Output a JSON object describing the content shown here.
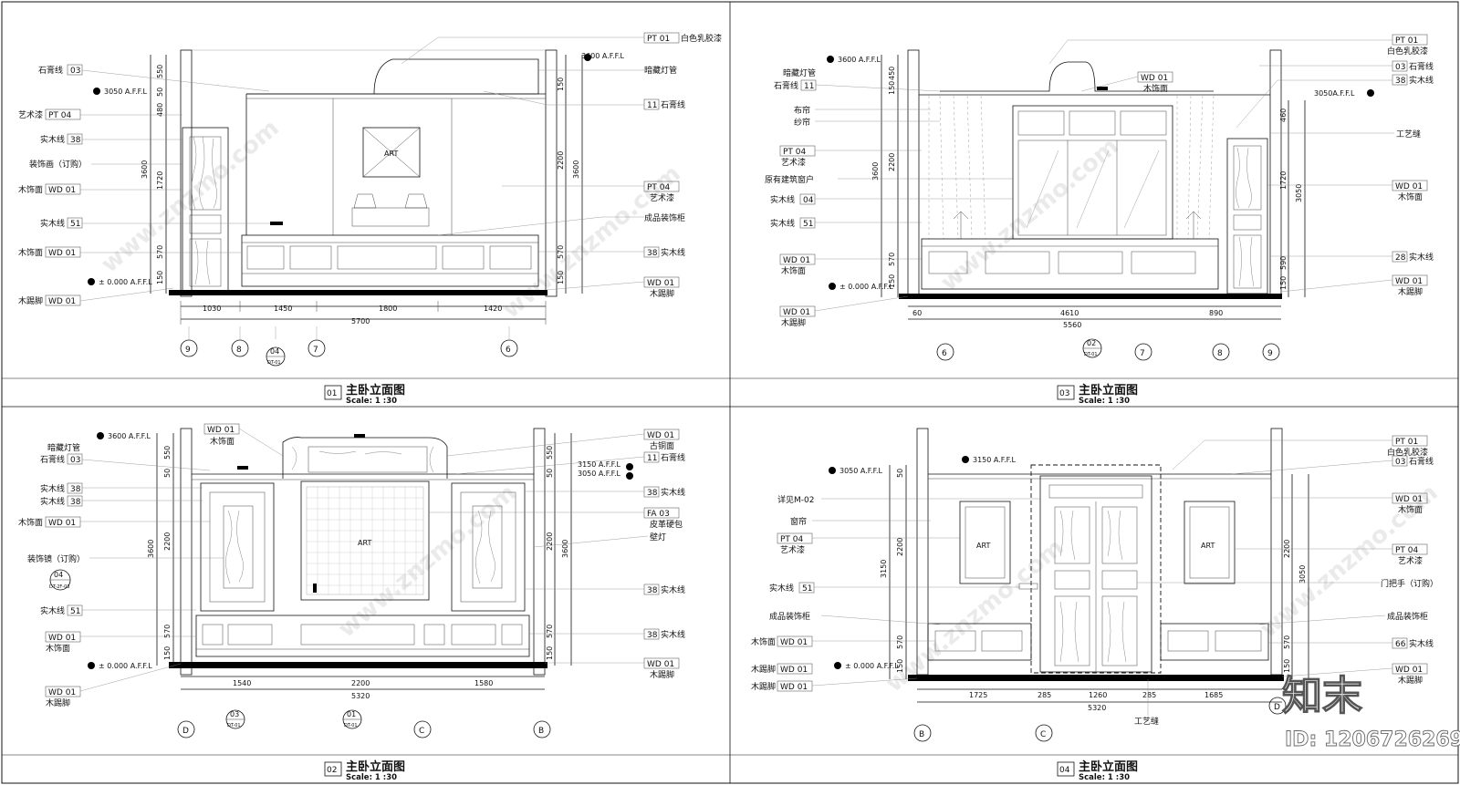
{
  "panels": [
    {
      "id": "01",
      "title": "主卧立面图",
      "scale": "Scale:  1  :30",
      "left_labels": [
        {
          "code": "03",
          "text": "石膏线"
        },
        {
          "code": "",
          "text": "3050 A.F.F.L"
        },
        {
          "code": "PT 04",
          "text": "艺术漆"
        },
        {
          "code": "38",
          "text": "实木线"
        },
        {
          "code": "",
          "text": "装饰画（订购）"
        },
        {
          "code": "WD 01",
          "text": "木饰面"
        },
        {
          "code": "51",
          "text": "实木线"
        },
        {
          "code": "WD 01",
          "text": "木饰面"
        },
        {
          "code": "",
          "text": "± 0.000 A.F.F.L"
        },
        {
          "code": "WD 01",
          "text": "木踢脚"
        }
      ],
      "right_labels": [
        {
          "code": "PT 01",
          "text": "白色乳胶漆"
        },
        {
          "code": "",
          "text": "3600 A.F.F.L"
        },
        {
          "code": "",
          "text": "暗藏灯管"
        },
        {
          "code": "11",
          "text": "石膏线"
        },
        {
          "code": "PT 04",
          "text": "艺术漆"
        },
        {
          "code": "",
          "text": "成品装饰柜"
        },
        {
          "code": "38",
          "text": "实木线"
        },
        {
          "code": "WD 01",
          "text": "木踢脚"
        }
      ],
      "dims_bottom": [
        "1030",
        "1450",
        "1800",
        "1420"
      ],
      "dim_total": "5700",
      "dims_left": [
        "550",
        "50",
        "480",
        "1720",
        "570",
        "150"
      ],
      "dim_height": "3600",
      "dims_right": [
        "150",
        "2200",
        "570",
        "150"
      ],
      "dims_right_total": "3600",
      "axes": [
        "9",
        "8",
        "04",
        "7",
        "6"
      ],
      "axis_ref": "DT-01",
      "art": "ART"
    },
    {
      "id": "03",
      "title": "主卧立面图",
      "scale": "Scale:  1  :30",
      "left_labels": [
        {
          "code": "",
          "text": "3600 A.F.F.L"
        },
        {
          "code": "",
          "text": "暗藏灯管"
        },
        {
          "code": "11",
          "text": "石膏线"
        },
        {
          "code": "",
          "text": "布帘"
        },
        {
          "code": "",
          "text": "纱帘"
        },
        {
          "code": "PT 04",
          "text": "艺术漆"
        },
        {
          "code": "",
          "text": "原有建筑窗户"
        },
        {
          "code": "04",
          "text": "实木线"
        },
        {
          "code": "51",
          "text": "实木线"
        },
        {
          "code": "WD 01",
          "text": "木饰面"
        },
        {
          "code": "",
          "text": "± 0.000 A.F.F.L"
        },
        {
          "code": "WD 01",
          "text": "木踢脚"
        }
      ],
      "right_labels": [
        {
          "code": "PT 01",
          "text": "白色乳胶漆"
        },
        {
          "code": "03",
          "text": "石膏线"
        },
        {
          "code": "38",
          "text": "实木线"
        },
        {
          "code": "",
          "text": "3050A.F.F.L"
        },
        {
          "code": "",
          "text": "工艺缝"
        },
        {
          "code": "WD 01",
          "text": "木饰面"
        },
        {
          "code": "28",
          "text": "实木线"
        },
        {
          "code": "WD 01",
          "text": "木踢脚"
        }
      ],
      "top_label": {
        "code": "WD 01",
        "text": "木饰面"
      },
      "dims_bottom": [
        "4610",
        "890"
      ],
      "dim_total": "5560",
      "dim_small": "60",
      "dims_left": [
        "450",
        "150",
        "2200",
        "570",
        "150"
      ],
      "dim_height": "3600",
      "dims_right": [
        "460",
        "1720",
        "590",
        "150"
      ],
      "dims_right_total": "3050",
      "axes": [
        "6",
        "02",
        "7",
        "8",
        "9"
      ],
      "axis_ref": "DT-01"
    },
    {
      "id": "02",
      "title": "主卧立面图",
      "scale": "Scale:  1  :30",
      "left_labels": [
        {
          "code": "",
          "text": "3600 A.F.F.L"
        },
        {
          "code": "",
          "text": "暗藏灯管"
        },
        {
          "code": "03",
          "text": "石膏线"
        },
        {
          "code": "38",
          "text": "实木线"
        },
        {
          "code": "38",
          "text": "实木线"
        },
        {
          "code": "WD 01",
          "text": "木饰面"
        },
        {
          "code": "",
          "text": "装饰镜（订购）"
        },
        {
          "code": "51",
          "text": "实木线"
        },
        {
          "code": "WD 01",
          "text": "木饰面"
        },
        {
          "code": "",
          "text": "± 0.000 A.F.F.L"
        },
        {
          "code": "WD 01",
          "text": "木踢脚"
        }
      ],
      "left_ref": {
        "code": "04",
        "text": "DT-2F-03"
      },
      "right_labels": [
        {
          "code": "WD 01",
          "text": "古铜面"
        },
        {
          "code": "11",
          "text": "石膏线"
        },
        {
          "code": "",
          "text": "3150 A.F.F.L"
        },
        {
          "code": "",
          "text": "3050 A.F.F.L"
        },
        {
          "code": "38",
          "text": "实木线"
        },
        {
          "code": "FA 03",
          "text": "皮革硬包"
        },
        {
          "code": "",
          "text": "壁灯"
        },
        {
          "code": "38",
          "text": "实木线"
        },
        {
          "code": "38",
          "text": "实木线"
        },
        {
          "code": "WD 01",
          "text": "木踢脚"
        }
      ],
      "top_label": {
        "code": "WD 01",
        "text": "木饰面"
      },
      "dims_bottom": [
        "1540",
        "2200",
        "1580"
      ],
      "dim_total": "5320",
      "dims_left": [
        "550",
        "50",
        "2200",
        "570",
        "150"
      ],
      "dim_height": "3600",
      "dims_right": [
        "550",
        "50",
        "2200",
        "570",
        "150"
      ],
      "dims_right_total": "3600",
      "axes": [
        "D",
        "03",
        "01",
        "C",
        "B"
      ],
      "axis_ref": "DT-01",
      "art": "ART"
    },
    {
      "id": "04",
      "title": "主卧立面图",
      "scale": "Scale:  1  :30",
      "left_labels": [
        {
          "code": "",
          "text": "3050 A.F.F.L"
        },
        {
          "code": "",
          "text": "详见M-02"
        },
        {
          "code": "",
          "text": "窗帘"
        },
        {
          "code": "PT 04",
          "text": "艺术漆"
        },
        {
          "code": "51",
          "text": "实木线"
        },
        {
          "code": "",
          "text": "成品装饰柜"
        },
        {
          "code": "WD 01",
          "text": "木饰面"
        },
        {
          "code": "",
          "text": "± 0.000 A.F.F.L"
        },
        {
          "code": "WD 01",
          "text": "木踢脚"
        },
        {
          "code": "WD 01",
          "text": "木踢脚"
        }
      ],
      "right_labels": [
        {
          "code": "PT 01",
          "text": "白色乳胶漆"
        },
        {
          "code": "03",
          "text": "石膏线"
        },
        {
          "code": "WD 01",
          "text": "木饰面"
        },
        {
          "code": "PT 04",
          "text": "艺术漆"
        },
        {
          "code": "",
          "text": "门把手（订购）"
        },
        {
          "code": "",
          "text": "成品装饰柜"
        },
        {
          "code": "66",
          "text": "实木线"
        },
        {
          "code": "WD 01",
          "text": "木踢脚"
        }
      ],
      "top_dim": "3150 A.F.F.L",
      "dims_bottom": [
        "1725",
        "285",
        "1260",
        "285",
        "1685"
      ],
      "dim_total": "5320",
      "dims_left": [
        "50",
        "2200",
        "570",
        "150"
      ],
      "dim_height": "3150",
      "dims_right": [
        "2200",
        "570",
        "150"
      ],
      "dims_right_total": "3050",
      "axes": [
        "B",
        "C",
        "D"
      ],
      "seam": "工艺缝",
      "art": "ART"
    }
  ],
  "brand": {
    "logo": "知末",
    "id": "ID: 1206726269"
  },
  "watermark": "www.znzmo.com"
}
